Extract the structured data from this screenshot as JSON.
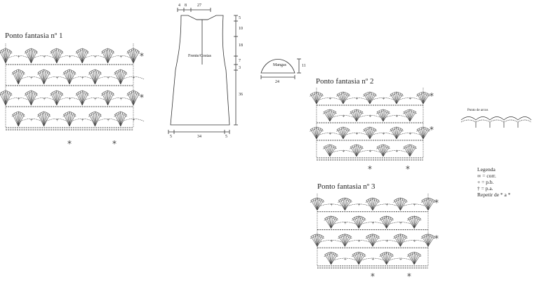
{
  "patterns": [
    {
      "title": "Ponto fantasia nº 1"
    },
    {
      "title": "Ponto fantasia nº 2"
    },
    {
      "title": "Ponto fantasia nº 3"
    }
  ],
  "dress": {
    "label": "Frente/Costas",
    "dims": {
      "top_a": "4",
      "top_b": "8",
      "top_c": "27",
      "side_1": "5",
      "side_2": "10",
      "side_3": "18",
      "side_4": "7",
      "side_5": "3",
      "side_6": "36",
      "bottom_a": "5",
      "bottom_b": "34",
      "bottom_c": "5"
    }
  },
  "sleeve": {
    "label": "Mangas",
    "height": "11",
    "width": "24"
  },
  "arcs": {
    "label": "Ponto de arcos"
  },
  "legend": {
    "title": "Legenda",
    "items": [
      "= corr.",
      "= p.b.",
      "= p.a."
    ],
    "repeat": "Repetir de * a *"
  },
  "repeat_mark": "*"
}
